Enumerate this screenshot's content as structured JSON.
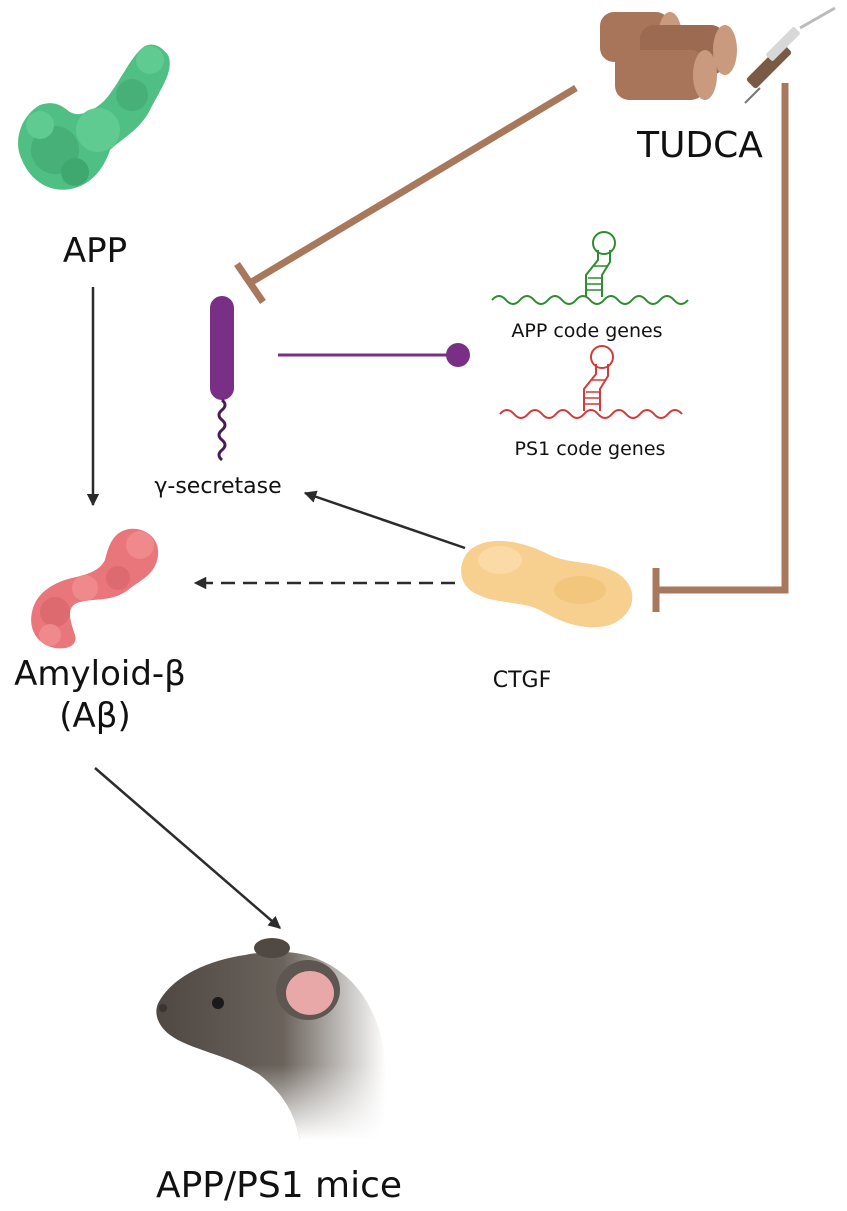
{
  "labels": {
    "app": "APP",
    "tudca": "TUDCA",
    "gamma_secretase": "γ-secretase",
    "app_genes": "APP code genes",
    "ps1_genes": "PS1 code genes",
    "amyloid_line1": "Amyloid-β",
    "amyloid_line2": "(Aβ)",
    "ctgf": "CTGF",
    "mice": "APP/PS1 mice"
  },
  "colors": {
    "app_protein": "#4fbf83",
    "tudca_cylinder": "#a8745a",
    "inhibition_line": "#a8785c",
    "gamma_secretase": "#7a2f86",
    "app_gene": "#2e8b2e",
    "ps1_gene": "#d43a3a",
    "amyloid": "#e8767a",
    "ctgf": "#f7cf8f",
    "mouse_fur": "#5e5650",
    "mouse_ear": "#e8a8a8",
    "arrow": "#2b2b2b"
  },
  "icons": {
    "app": "app-protein-icon",
    "tudca": "tudca-cylinders-icon",
    "syringe": "syringe-icon",
    "gamma_secretase": "gamma-secretase-icon",
    "app_gene": "app-rna-hairpin-icon",
    "ps1_gene": "ps1-rna-hairpin-icon",
    "amyloid": "amyloid-beta-icon",
    "ctgf": "ctgf-protein-icon",
    "mouse": "mouse-icon"
  }
}
